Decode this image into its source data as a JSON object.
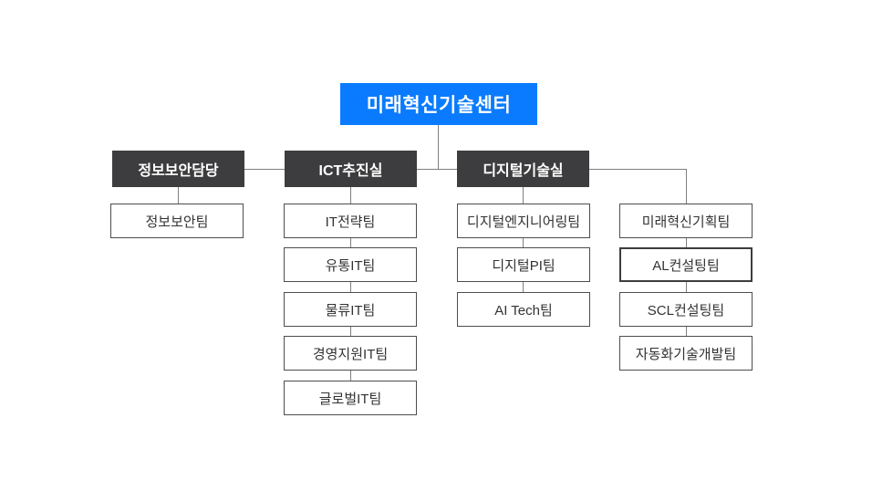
{
  "org_chart": {
    "root": {
      "label": "미래혁신기술센터"
    },
    "divisions": [
      {
        "label": "정보보안담당"
      },
      {
        "label": "ICT추진실"
      },
      {
        "label": "디지털기술실"
      }
    ],
    "teams": {
      "col1": [
        "정보보안팀"
      ],
      "col2": [
        "IT전략팀",
        "유통IT팀",
        "물류IT팀",
        "경영지원IT팀",
        "글로벌IT팀"
      ],
      "col3": [
        "디지털엔지니어링팀",
        "디지털PI팀",
        "AI Tech팀"
      ],
      "col4": [
        "미래혁신기획팀",
        "AL컨설팅팀",
        "SCL컨설팅팀",
        "자동화기술개발팀"
      ]
    },
    "colors": {
      "root_bg": "#0a7bff",
      "division_bg": "#3d3d3f",
      "team_border": "#4d4d4d",
      "connector_line": "#7f7f7f",
      "background": "#ffffff"
    }
  }
}
